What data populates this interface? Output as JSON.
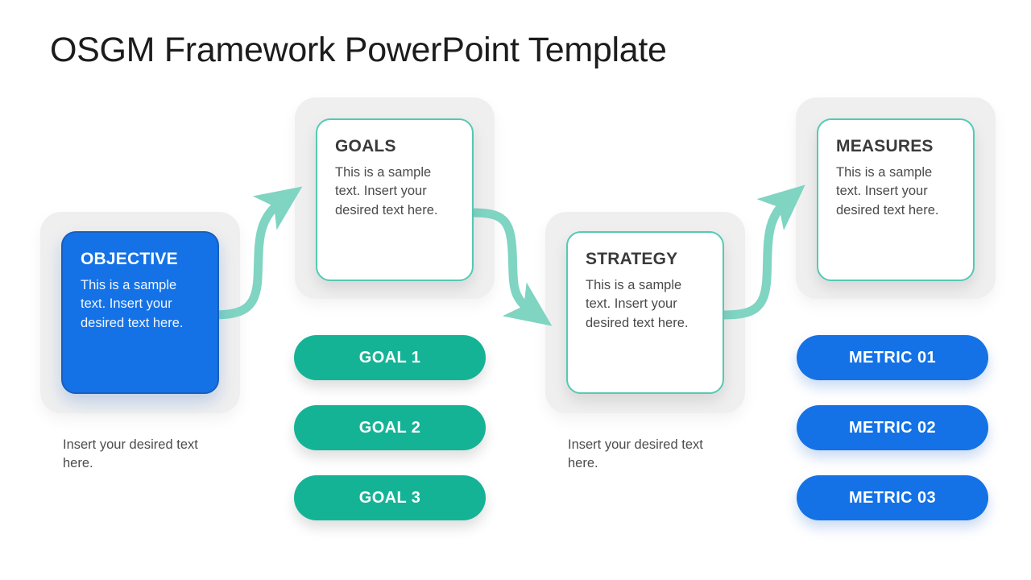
{
  "slide": {
    "title": "OSGM Framework PowerPoint Template",
    "background_color": "#FFFFFF"
  },
  "colors": {
    "blue": "#1472E6",
    "blue_border": "#175FBE",
    "teal": "#15B396",
    "teal_border": "#55C9B4",
    "arrow": "#7FD4C2",
    "panel_gray": "#EFEFEF",
    "title_text": "#1C1C1C",
    "body_text": "#4A4A4A"
  },
  "stages": [
    {
      "key": "objective",
      "title": "OBJECTIVE",
      "body": "This is a sample text. Insert your desired text here.",
      "style": "filled-blue",
      "caption": "Insert your desired text here."
    },
    {
      "key": "goals",
      "title": "GOALS",
      "body": "This is a sample text. Insert your desired text here.",
      "style": "outline-teal",
      "caption": ""
    },
    {
      "key": "strategy",
      "title": "STRATEGY",
      "body": "This is a sample text. Insert your desired text here.",
      "style": "outline-teal",
      "caption": "Insert your desired text here."
    },
    {
      "key": "measures",
      "title": "MEASURES",
      "body": "This is a sample text. Insert your desired text here.",
      "style": "outline-teal",
      "caption": ""
    }
  ],
  "goal_pills": [
    {
      "label": "GOAL 1"
    },
    {
      "label": "GOAL 2"
    },
    {
      "label": "GOAL 3"
    }
  ],
  "metric_pills": [
    {
      "label": "METRIC 01"
    },
    {
      "label": "METRIC 02"
    },
    {
      "label": "METRIC 03"
    }
  ],
  "connectors": [
    {
      "name": "objective-to-goals",
      "direction": "up-right"
    },
    {
      "name": "goals-to-strategy",
      "direction": "down-right"
    },
    {
      "name": "strategy-to-measures",
      "direction": "up-right"
    }
  ]
}
